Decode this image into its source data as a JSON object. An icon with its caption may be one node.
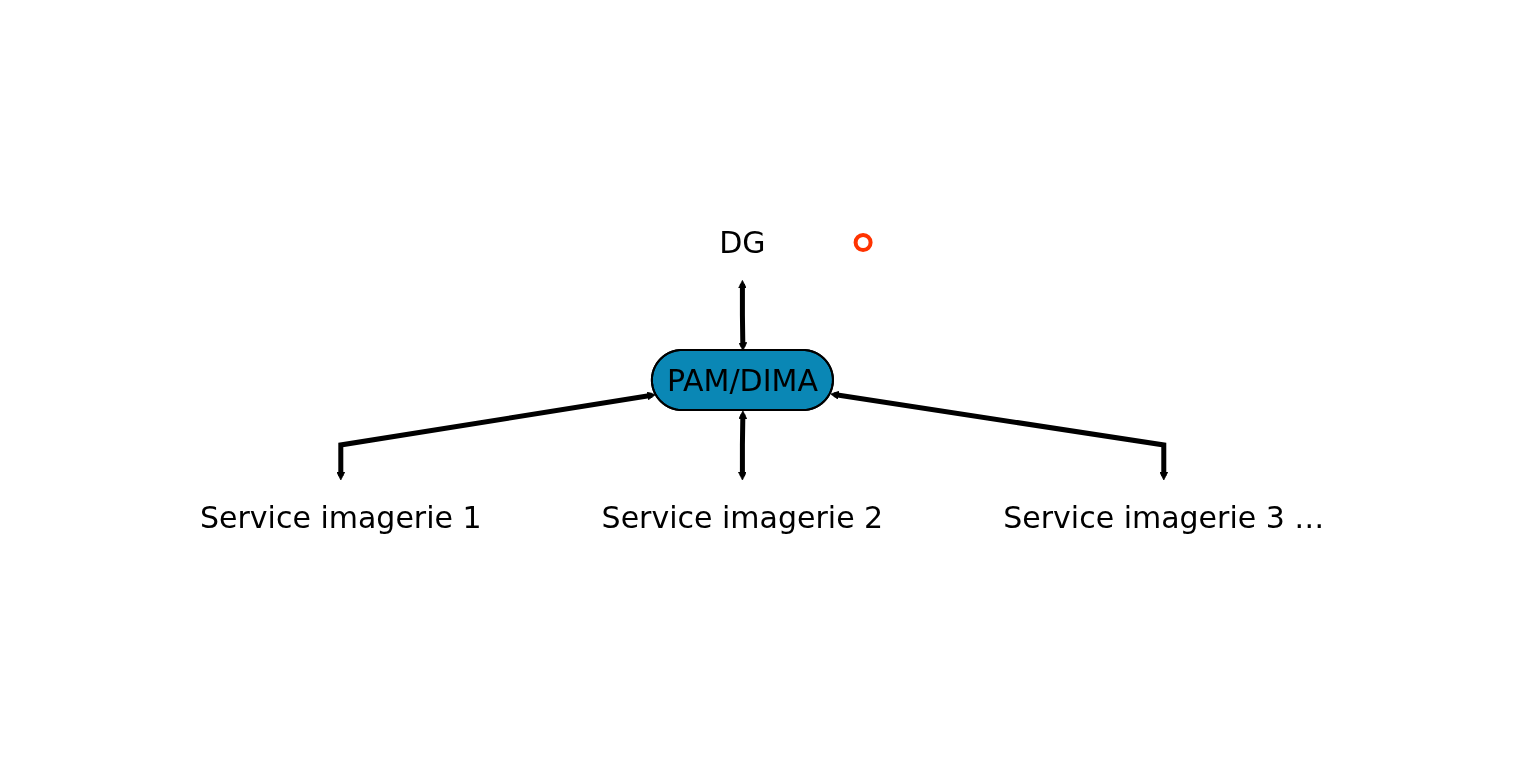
{
  "diagram": {
    "nodes": [
      {
        "text": [
          "DG"
        ]
      },
      {
        "text": [
          "PAM/DIMA"
        ]
      },
      {
        "text": [
          "Service imagerie 1"
        ]
      },
      {
        "text": [
          "Service imagerie 2"
        ]
      },
      {
        "text": [
          "Service imagerie 3 …"
        ]
      },
      {
        "text": [],
        "shape": "ellipse"
      }
    ],
    "edges": [
      {
        "from": 0,
        "to": 1,
        "arrow": "both"
      },
      {
        "from": 1,
        "to": 2,
        "arrow": "both"
      },
      {
        "from": 1,
        "to": 3,
        "arrow": "both"
      },
      {
        "from": 1,
        "to": 4,
        "arrow": "both"
      }
    ]
  }
}
